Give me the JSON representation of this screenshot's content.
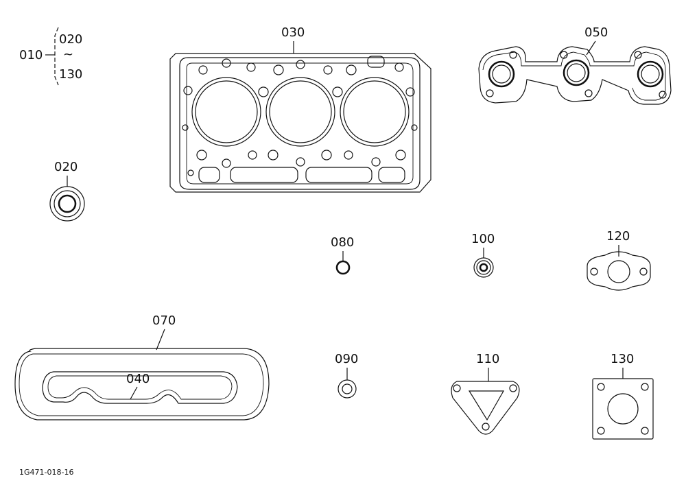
{
  "diagram": {
    "figure_id": "1G471-018-16",
    "group": {
      "label": "010",
      "range_start": "020",
      "range_symbol": "~",
      "range_end": "130"
    },
    "callouts": {
      "c020": "020",
      "c030": "030",
      "c040": "040",
      "c050": "050",
      "c070": "070",
      "c080": "080",
      "c090": "090",
      "c100": "100",
      "c110": "110",
      "c120": "120",
      "c130": "130"
    }
  }
}
